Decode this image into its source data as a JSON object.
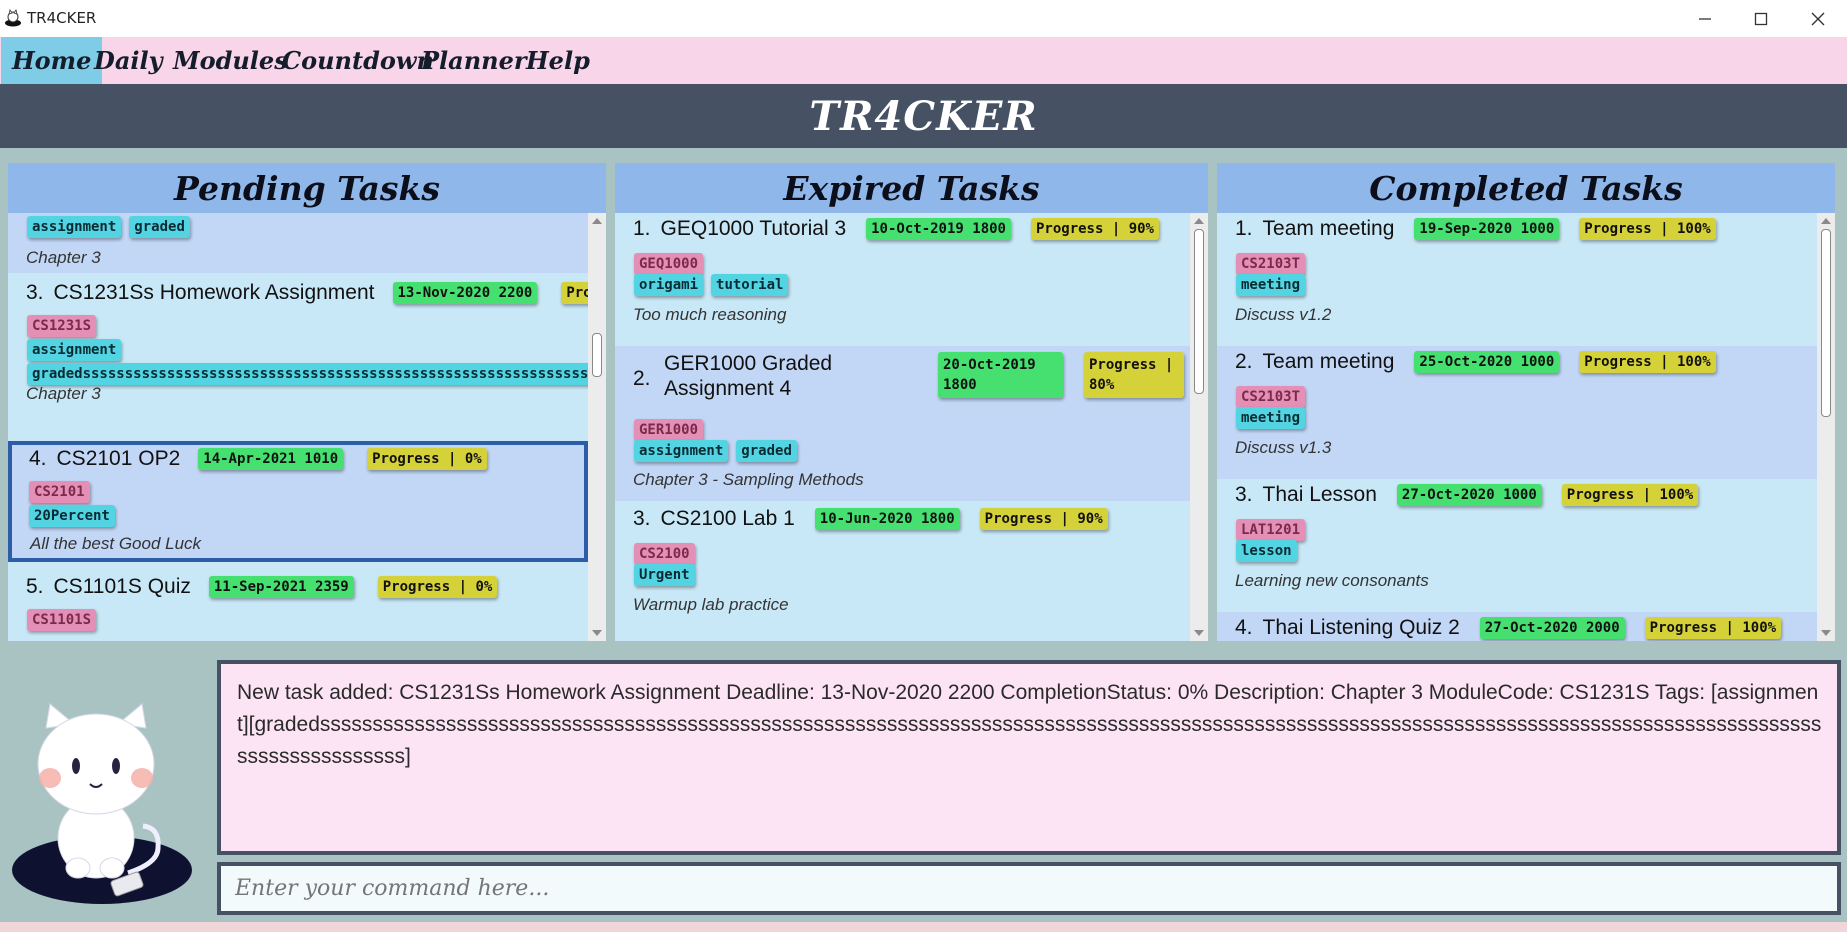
{
  "window": {
    "title": "TR4CKER",
    "minimize_icon": "minimize-icon",
    "maximize_icon": "maximize-icon",
    "close_icon": "close-icon"
  },
  "menu": [
    "Home",
    "Daily",
    "Modules",
    "Countdown",
    "Planner",
    "Help"
  ],
  "active_menu": "Home",
  "banner": "TR4CKER",
  "colors": {
    "date": "#45e070",
    "progress": "#d5d138",
    "module": "#e48fb6",
    "tag": "#53d4e3",
    "header": "#8fb7ea",
    "banner": "#465163"
  },
  "pending": {
    "title": "Pending Tasks",
    "partial": {
      "tags": [
        "assignment",
        "graded"
      ],
      "desc": "Chapter 3"
    },
    "tasks": [
      {
        "num": "3.",
        "name": "CS1231Ss Homework Assignment",
        "deadline": "13-Nov-2020 2200",
        "progress": "Prog",
        "module": "CS1231S",
        "tags": [
          "assignment",
          "gradedsssssssssssssssssssssssssssssssssssssssssssssssssssssssssssssssssssssssssssssss"
        ],
        "desc": "Chapter 3"
      },
      {
        "num": "4.",
        "name": "CS2101 OP2",
        "deadline": "14-Apr-2021 1010",
        "progress": "Progress | 0%",
        "module": "CS2101",
        "tags": [
          "20Percent"
        ],
        "desc": "All the best Good Luck"
      },
      {
        "num": "5.",
        "name": "CS1101S Quiz",
        "deadline": "11-Sep-2021 2359",
        "progress": "Progress | 0%",
        "module": "CS1101S",
        "tags": [],
        "desc": ""
      }
    ]
  },
  "expired": {
    "title": "Expired Tasks",
    "tasks": [
      {
        "num": "1.",
        "name": "GEQ1000 Tutorial 3",
        "deadline": "10-Oct-2019 1800",
        "progress": "Progress | 90%",
        "module": "GEQ1000",
        "tags": [
          "origami",
          "tutorial"
        ],
        "desc": "Too much reasoning"
      },
      {
        "num": "2.",
        "name": "GER1000 Graded Assignment 4",
        "deadline": "20-Oct-2019 1800",
        "progress": "Progress | 80%",
        "module": "GER1000",
        "tags": [
          "assignment",
          "graded"
        ],
        "desc": "Chapter 3 - Sampling Methods"
      },
      {
        "num": "3.",
        "name": "CS2100 Lab 1",
        "deadline": "10-Jun-2020 1800",
        "progress": "Progress | 90%",
        "module": "CS2100",
        "tags": [
          "Urgent"
        ],
        "desc": "Warmup lab practice"
      }
    ]
  },
  "completed": {
    "title": "Completed Tasks",
    "tasks": [
      {
        "num": "1.",
        "name": "Team meeting",
        "deadline": "19-Sep-2020 1000",
        "progress": "Progress | 100%",
        "module": "CS2103T",
        "tags": [
          "meeting"
        ],
        "desc": "Discuss v1.2"
      },
      {
        "num": "2.",
        "name": "Team meeting",
        "deadline": "25-Oct-2020 1000",
        "progress": "Progress | 100%",
        "module": "CS2103T",
        "tags": [
          "meeting"
        ],
        "desc": "Discuss v1.3"
      },
      {
        "num": "3.",
        "name": "Thai Lesson",
        "deadline": "27-Oct-2020 1000",
        "progress": "Progress | 100%",
        "module": "LAT1201",
        "tags": [
          "lesson"
        ],
        "desc": "Learning new consonants"
      },
      {
        "num": "4.",
        "name": "Thai Listening Quiz 2",
        "deadline": "27-Oct-2020 2000",
        "progress": "Progress | 100%",
        "module": "",
        "tags": [],
        "desc": ""
      }
    ]
  },
  "result": "New task added: CS1231Ss Homework Assignment Deadline: 13-Nov-2020 2200 CompletionStatus: 0% Description: Chapter 3 ModuleCode: CS1231S Tags: [assignment][gradedsssssssssssssssssssssssssssssssssssssssssssssssssssssssssssssssssssssssssssssssssssssssssssssssssssssssssssssssssssssssssssssssssssssssssssssssssssssssssssssss]",
  "command": {
    "placeholder": "Enter your command here...",
    "value": ""
  }
}
